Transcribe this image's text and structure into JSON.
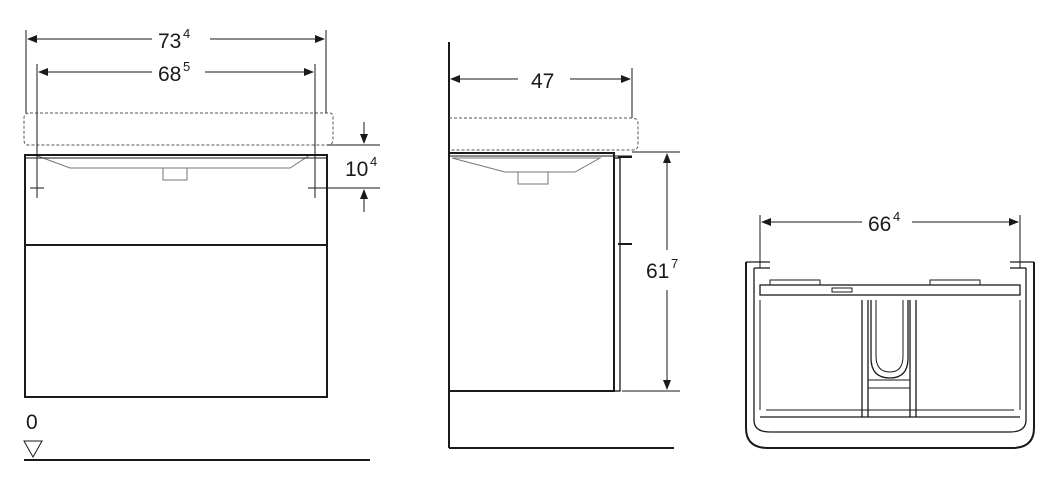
{
  "dimensions": {
    "front_outer_width": {
      "main": "73",
      "sup": "4"
    },
    "front_inner_width": {
      "main": "68",
      "sup": "5"
    },
    "front_drawer_height": {
      "main": "10",
      "sup": "4"
    },
    "side_depth": {
      "main": "47",
      "sup": ""
    },
    "side_height": {
      "main": "61",
      "sup": "7"
    },
    "top_inner_width": {
      "main": "66",
      "sup": "4"
    }
  },
  "floor_level": {
    "label": "0"
  }
}
